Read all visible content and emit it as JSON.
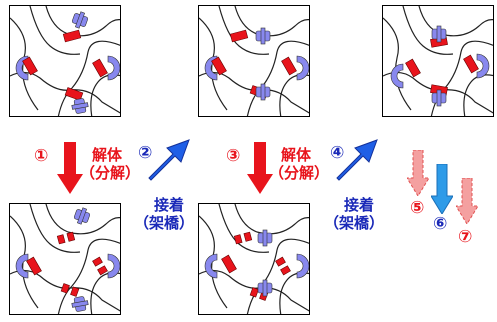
{
  "steps": {
    "s1": "①",
    "s2": "②",
    "s3": "③",
    "s4": "④",
    "s5": "⑤",
    "s6": "⑥",
    "s7": "⑦"
  },
  "labels": {
    "dissolve_a": "解体",
    "dissolve_b": "（分解）",
    "bond_a": "接着",
    "bond_b": "（架橋）"
  },
  "colors": {
    "red": "#e8141c",
    "blue": "#1b2ab8",
    "arrow_blue": "#1f5fe6",
    "pink": "#f08080",
    "purple": "#8888ee",
    "cyan": "#2e9be8"
  }
}
